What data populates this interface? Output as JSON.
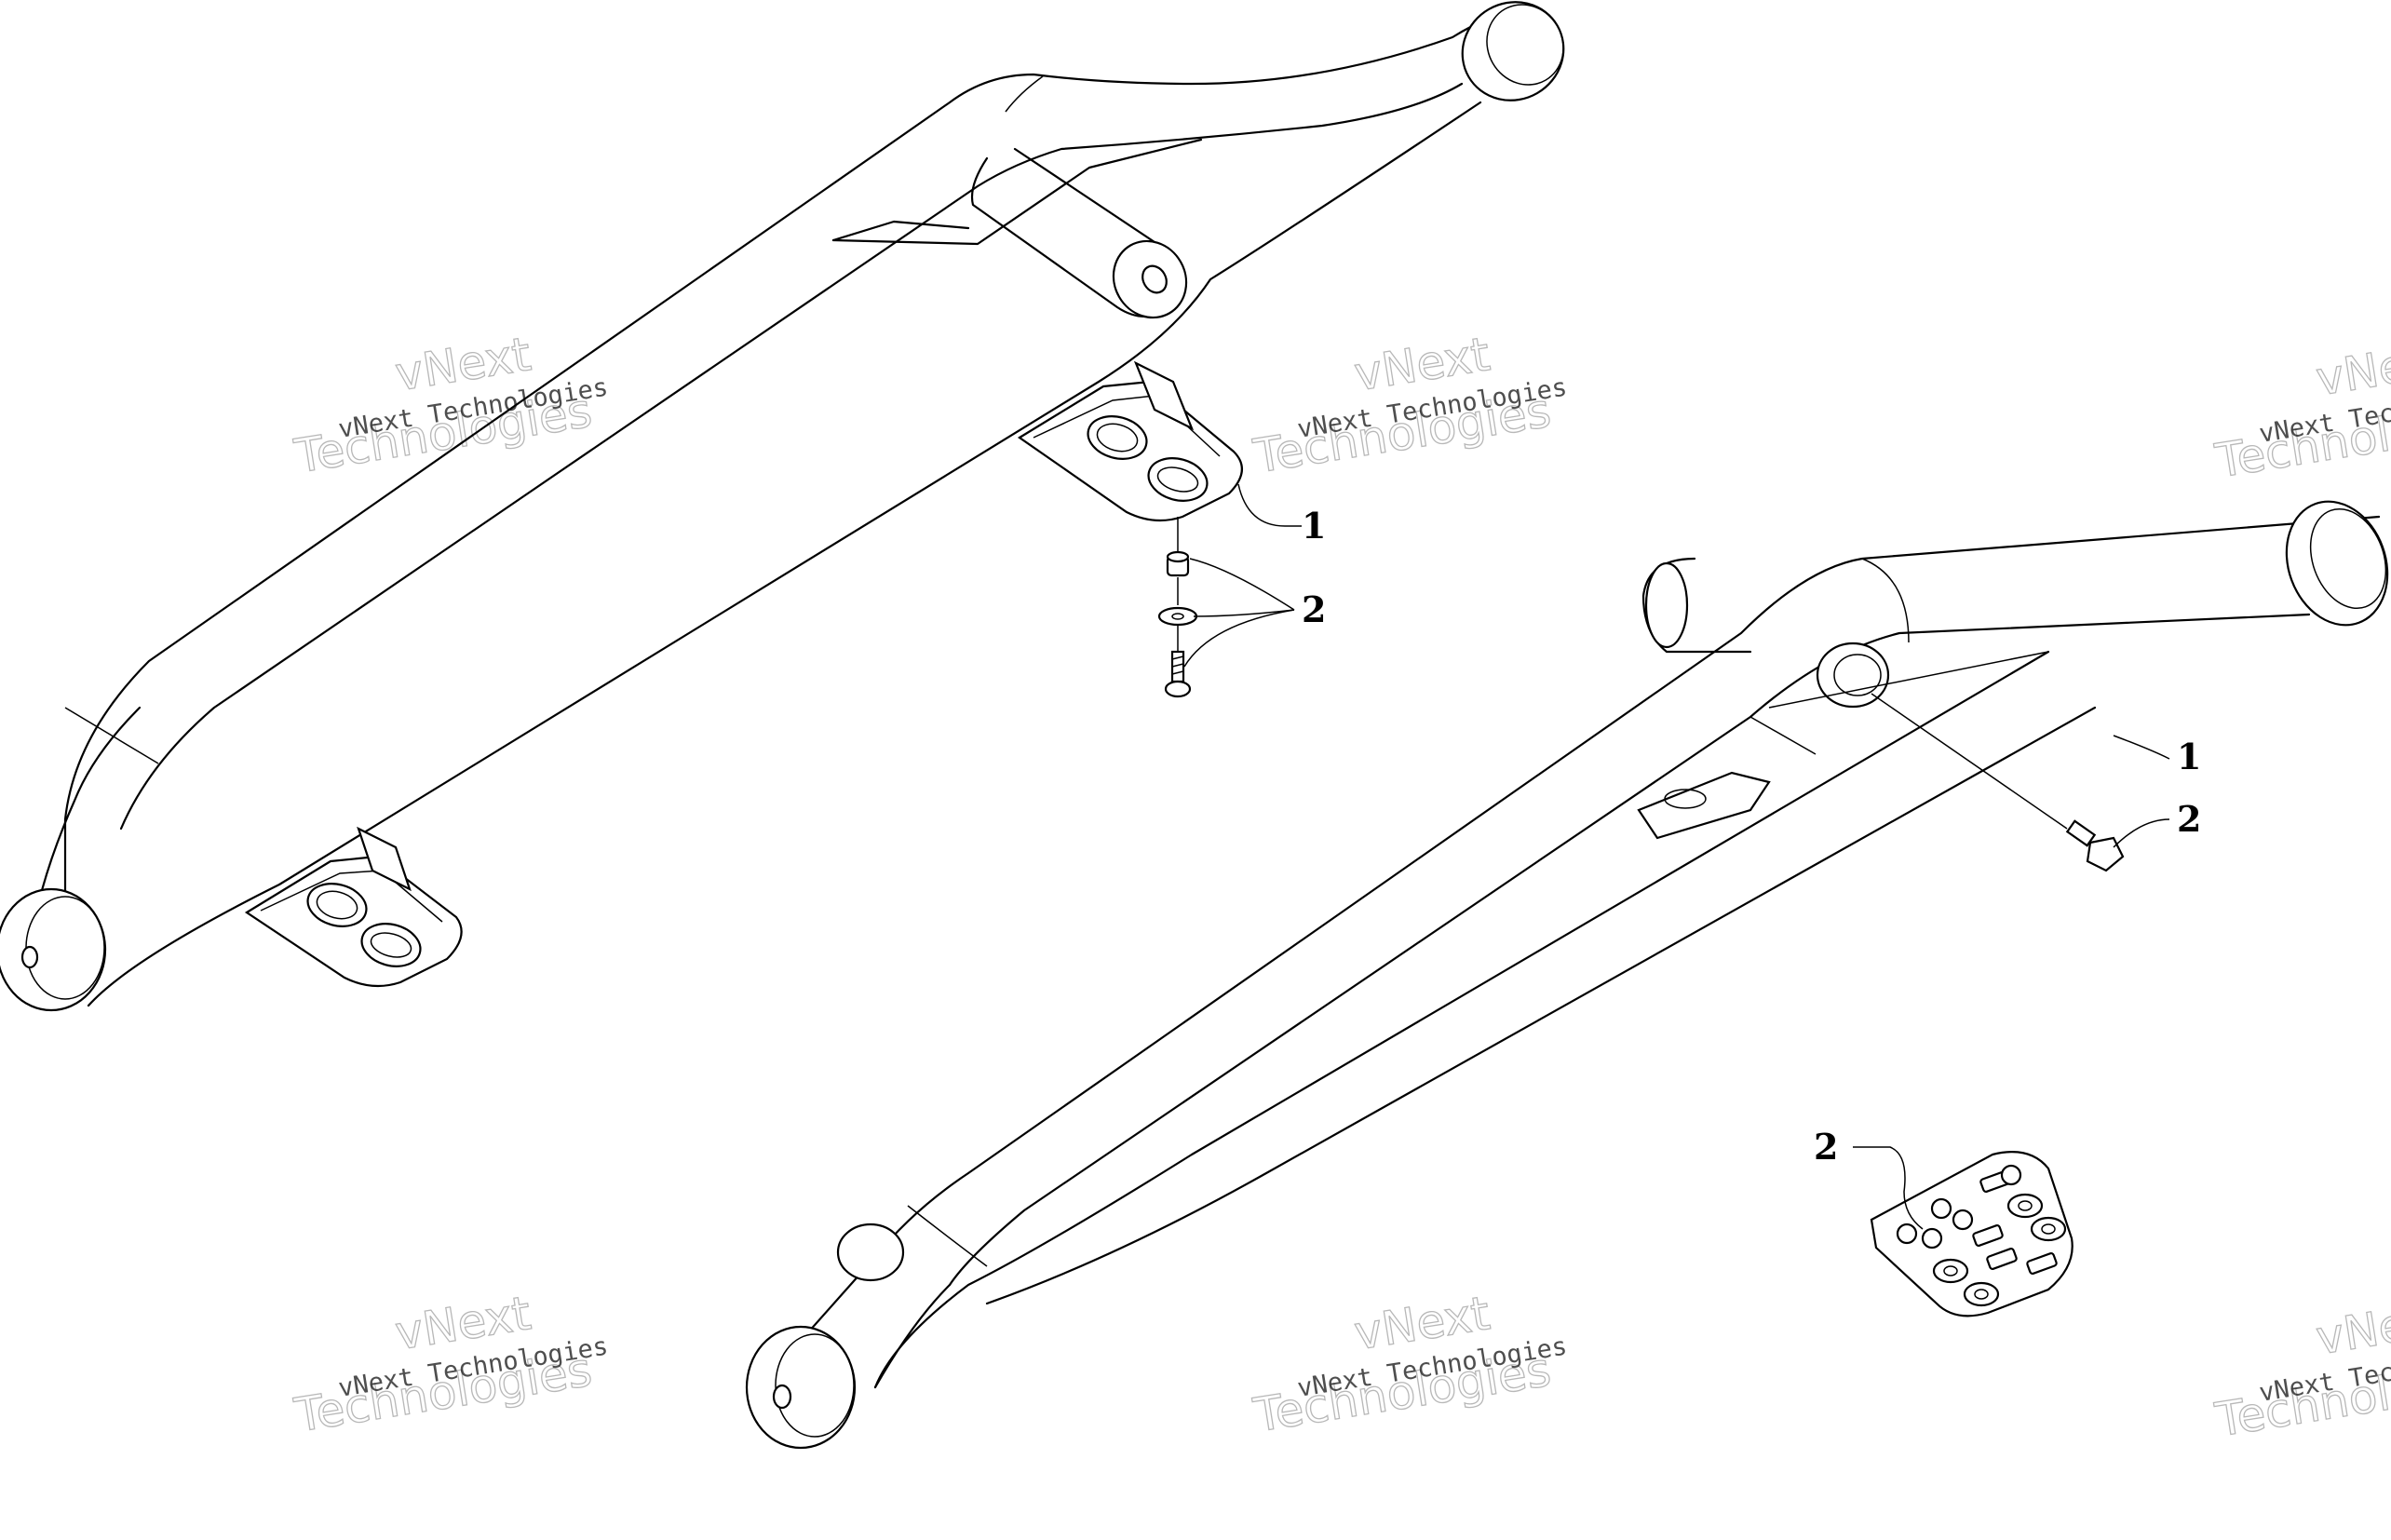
{
  "callouts": {
    "upper_bracket": "1",
    "upper_hardware": "2",
    "lower_frame": "1",
    "lower_bolt": "2",
    "hardware_kit": "2"
  },
  "watermark": {
    "line1": "vNext Technologies",
    "line2a": "vNext",
    "line2b": "Technologies"
  },
  "colors": {
    "line": "#000000",
    "background": "#ffffff",
    "watermark": "#b8b8b8"
  }
}
